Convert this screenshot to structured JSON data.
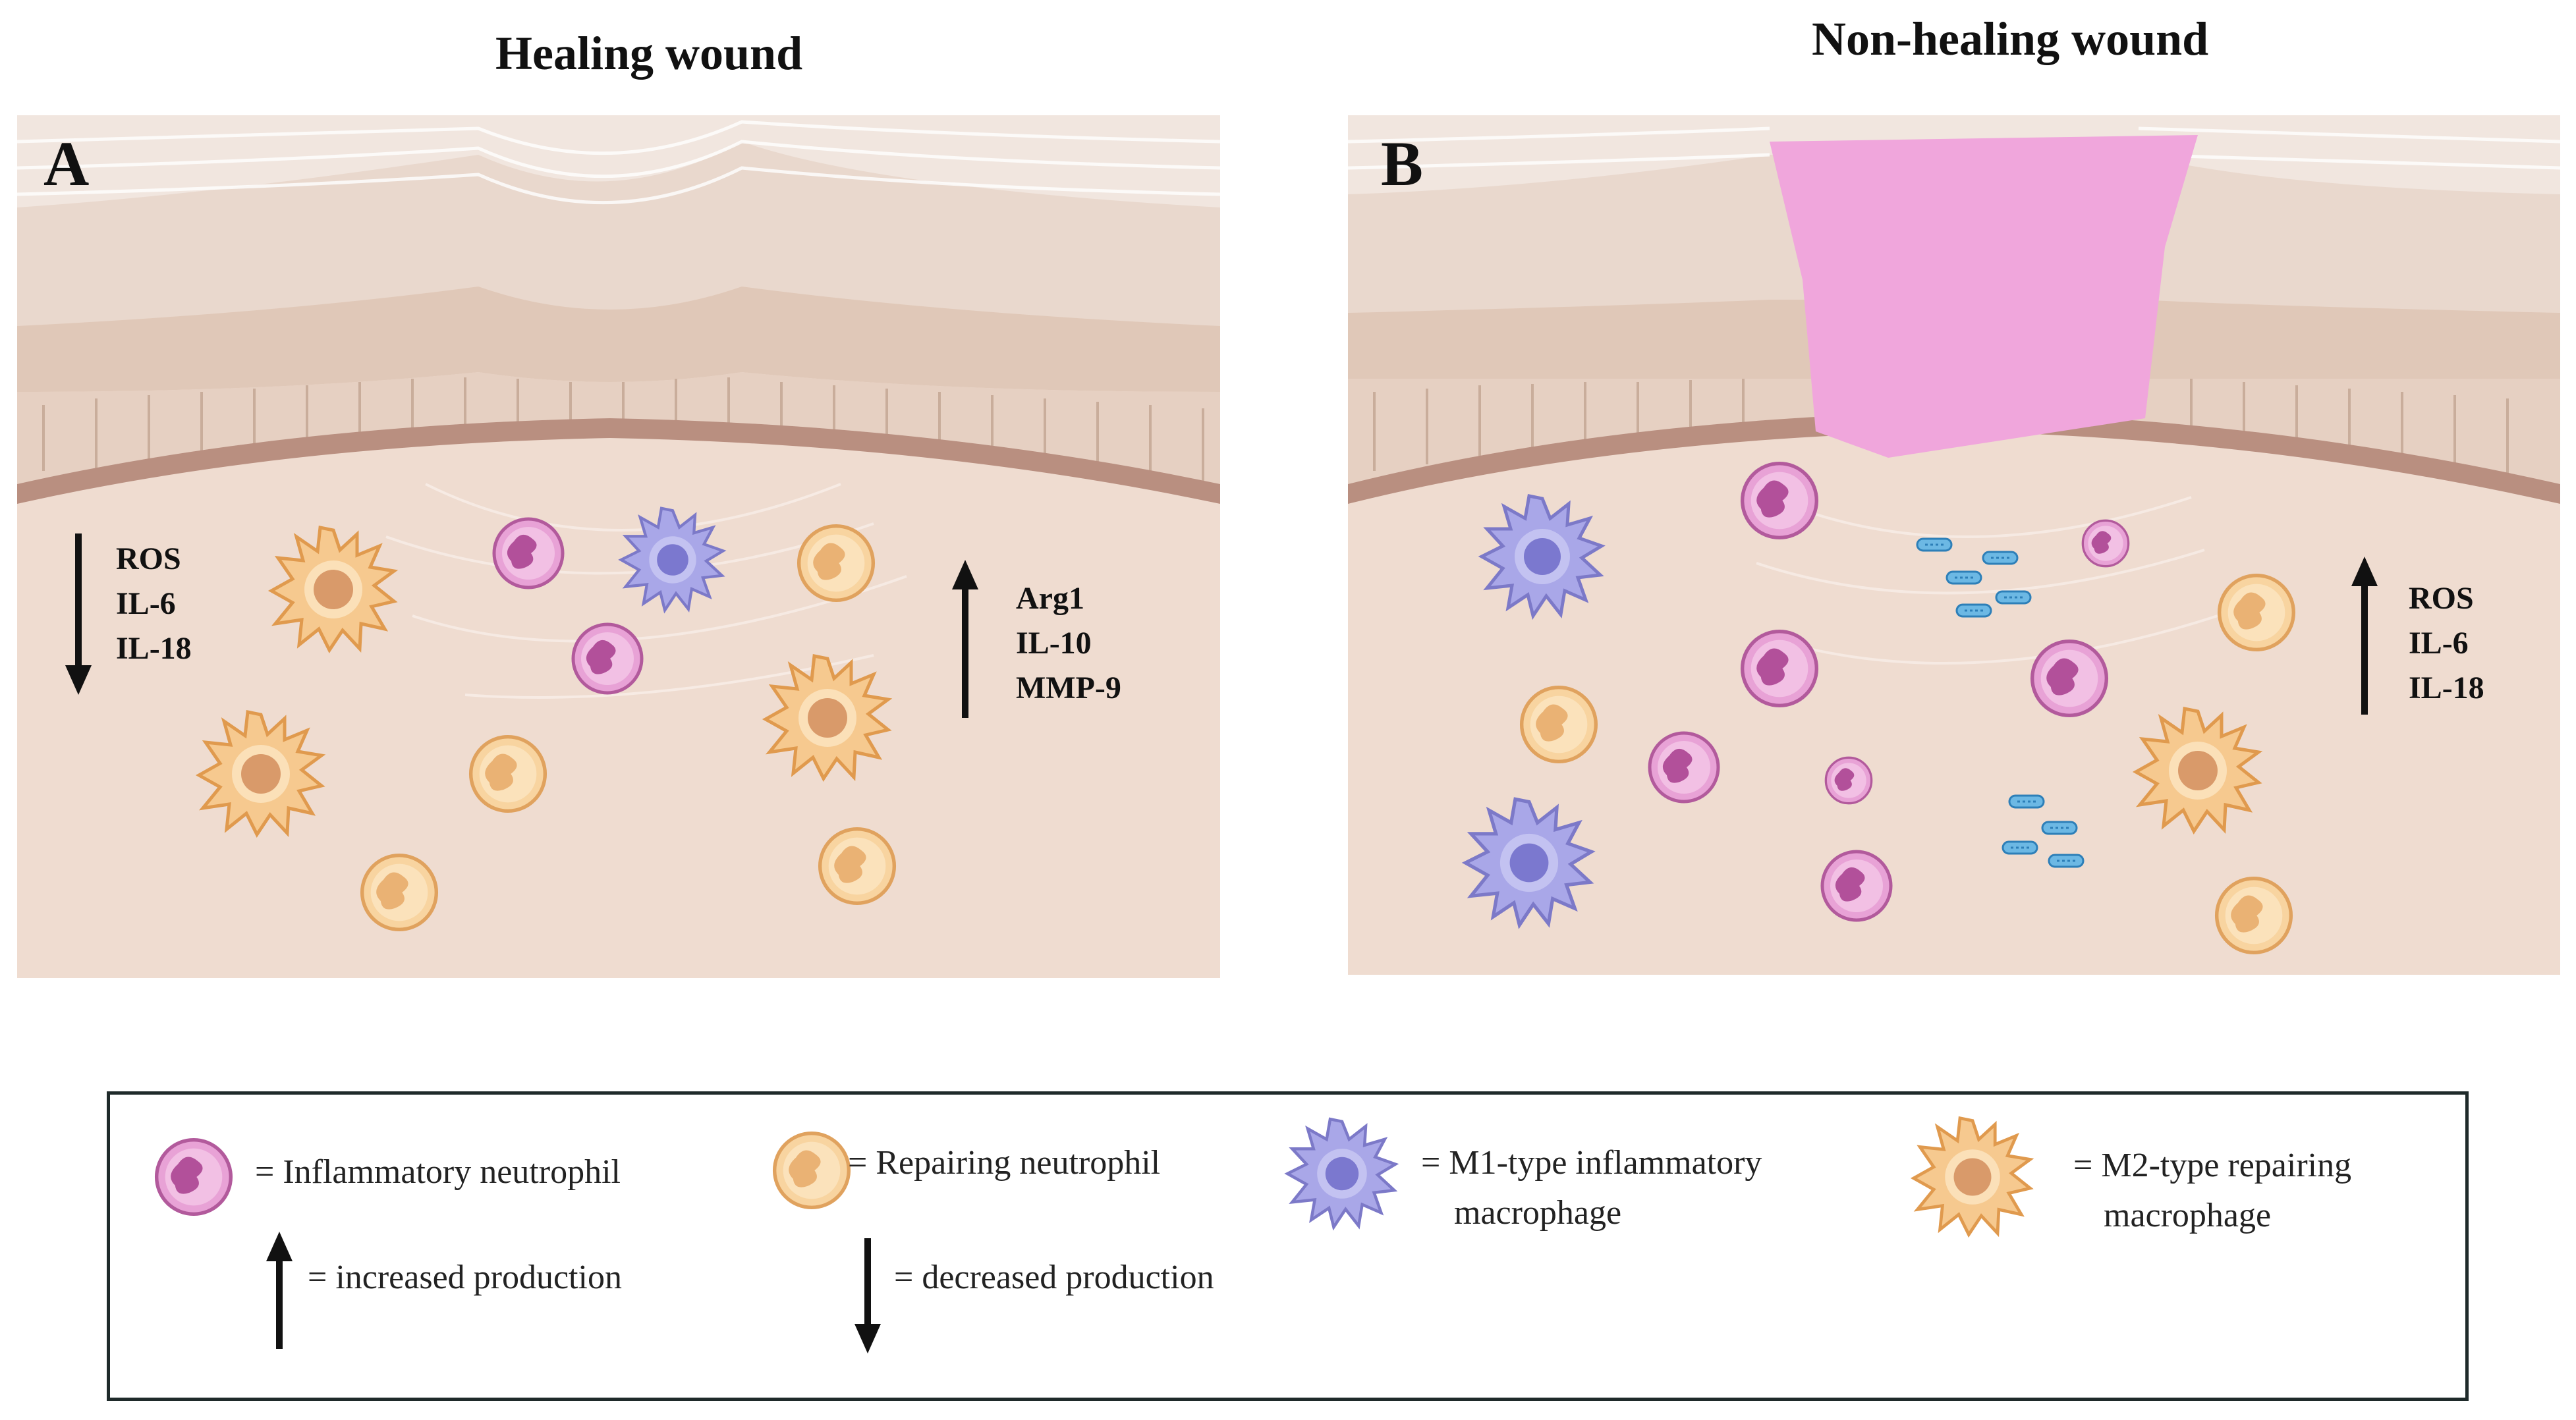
{
  "titles": {
    "left": "Healing wound",
    "right": "Non-healing wound"
  },
  "panels": {
    "a": {
      "letter": "A",
      "down_markers": [
        "ROS",
        "IL-6",
        "IL-18"
      ],
      "up_markers": [
        "Arg1",
        "IL-10",
        "MMP-9"
      ]
    },
    "b": {
      "letter": "B",
      "up_markers": [
        "ROS",
        "IL-6",
        "IL-18"
      ]
    }
  },
  "legend": {
    "inflammatory_neutrophil": "= Inflammatory neutrophil",
    "repairing_neutrophil": "= Repairing neutrophil",
    "m1_line1": "= M1-type inflammatory",
    "m1_line2": "macrophage",
    "m2_line1": "= M2-type repairing",
    "m2_line2": "macrophage",
    "increased": "= increased production",
    "decreased": "= decreased production"
  },
  "colors": {
    "skin_dermis": "#efdcd0",
    "epidermis": "#e3d0c3",
    "wound_bed": "#f0a6dc",
    "inflammatory_neutrophil": "#e59ad2",
    "repairing_neutrophil": "#f7cf95",
    "m1_macrophage": "#a8a6e6",
    "m2_macrophage": "#f5c88a",
    "bacteria": "#4aa3d6"
  }
}
